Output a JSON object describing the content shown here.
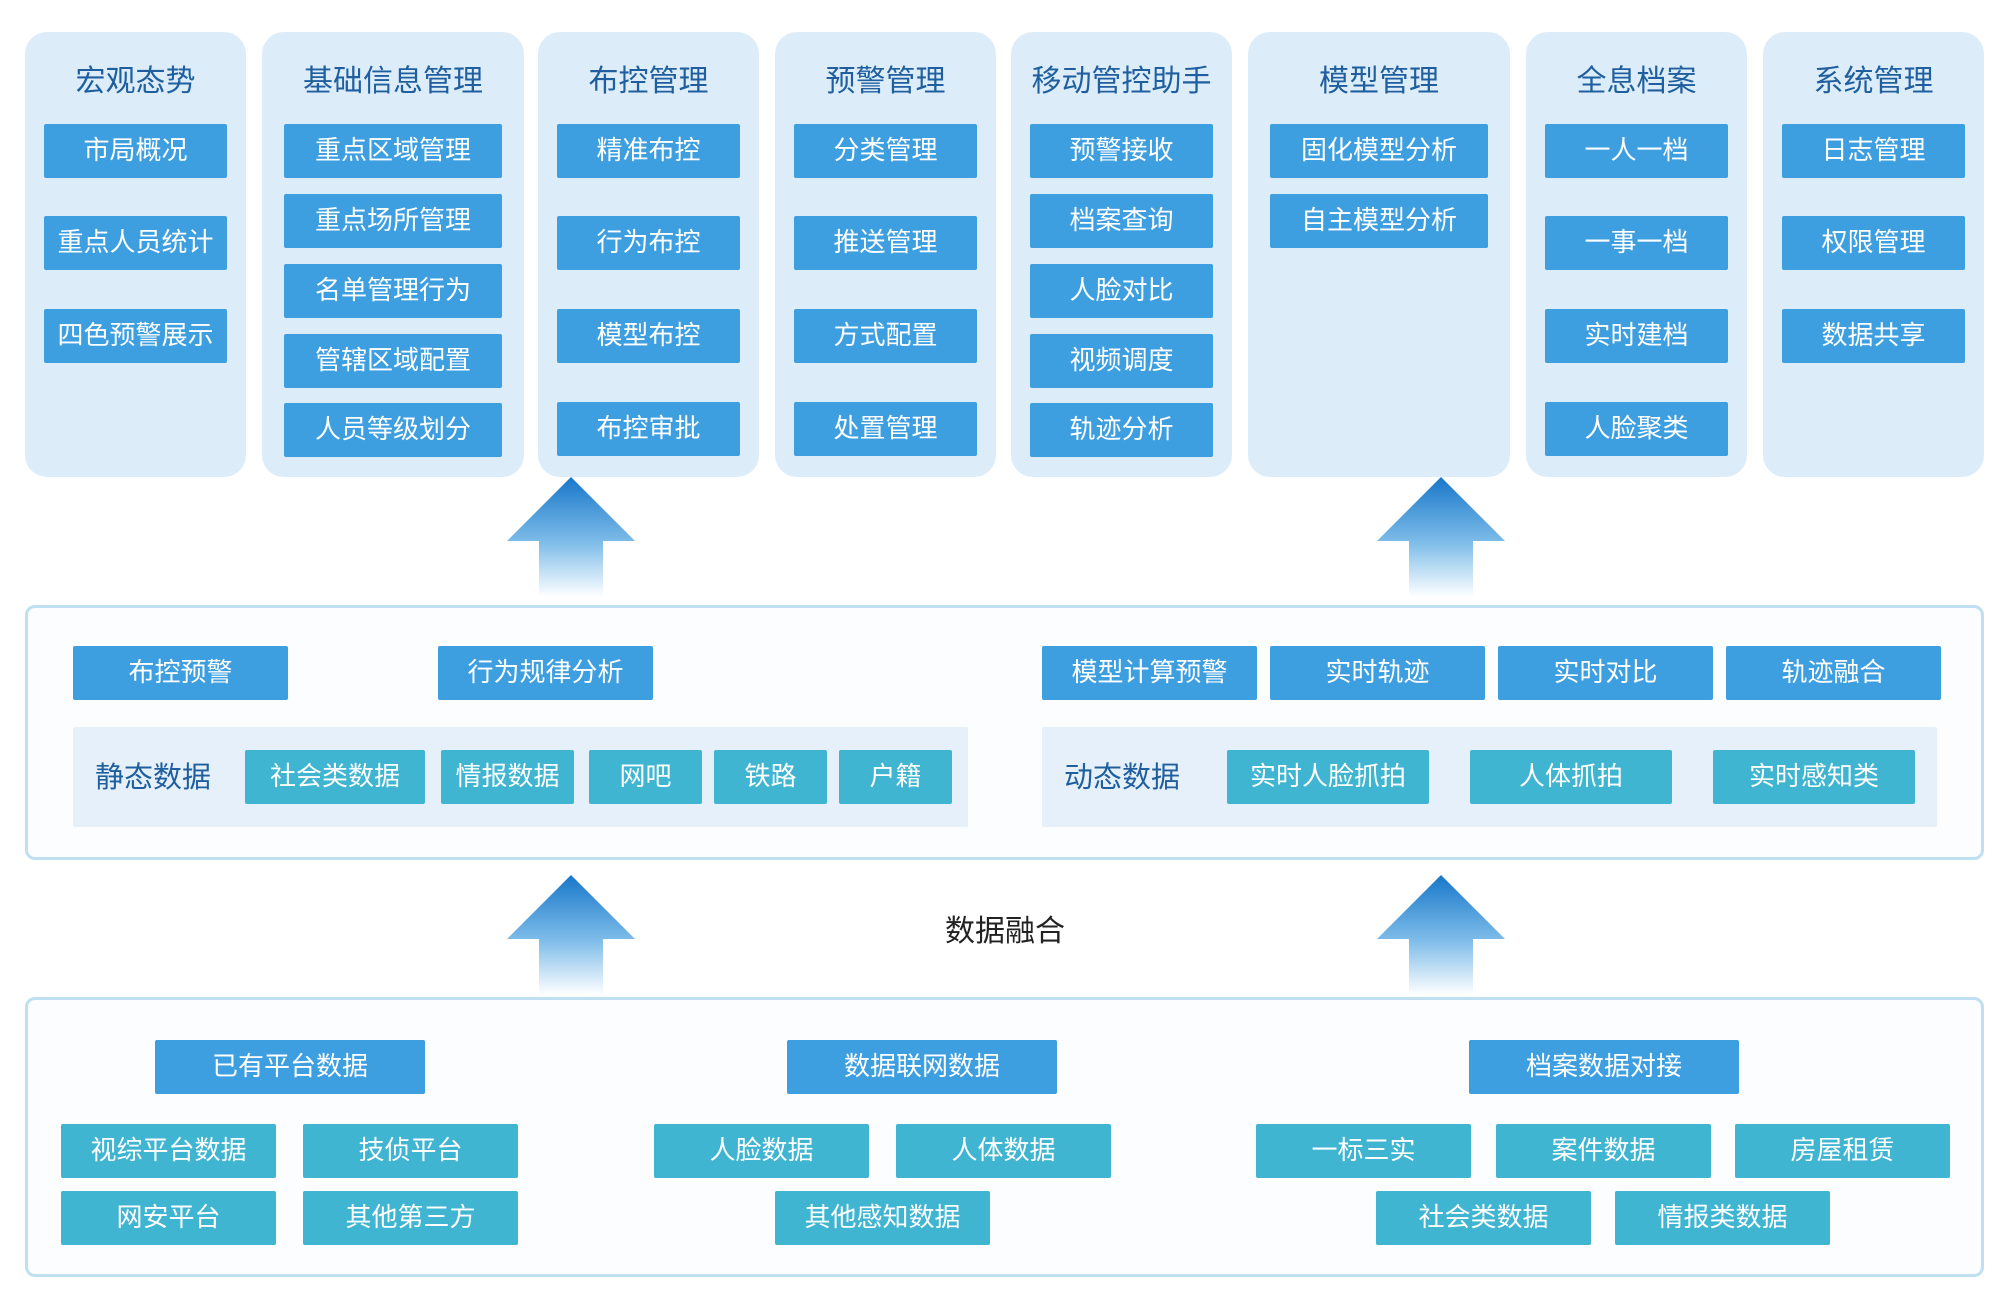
{
  "columns": [
    {
      "title": "宏观态势",
      "items": [
        "市局概况",
        "重点人员统计",
        "四色预警展示"
      ]
    },
    {
      "title": "基础信息管理",
      "items": [
        "重点区域管理",
        "重点场所管理",
        "名单管理行为",
        "管辖区域配置",
        "人员等级划分"
      ]
    },
    {
      "title": "布控管理",
      "items": [
        "精准布控",
        "行为布控",
        "模型布控",
        "布控审批"
      ]
    },
    {
      "title": "预警管理",
      "items": [
        "分类管理",
        "推送管理",
        "方式配置",
        "处置管理"
      ]
    },
    {
      "title": "移动管控助手",
      "items": [
        "预警接收",
        "档案查询",
        "人脸对比",
        "视频调度",
        "轨迹分析"
      ]
    },
    {
      "title": "模型管理",
      "items": [
        "固化模型分析",
        "自主模型分析"
      ]
    },
    {
      "title": "全息档案",
      "items": [
        "一人一档",
        "一事一档",
        "实时建档",
        "人脸聚类"
      ]
    },
    {
      "title": "系统管理",
      "items": [
        "日志管理",
        "权限管理",
        "数据共享"
      ]
    }
  ],
  "middle": {
    "top_left": [
      "布控预警",
      "行为规律分析"
    ],
    "top_right": [
      "模型计算预警",
      "实时轨迹",
      "实时对比",
      "轨迹融合"
    ],
    "static": {
      "label": "静态数据",
      "items": [
        "社会类数据",
        "情报数据",
        "网吧",
        "铁路",
        "户籍"
      ]
    },
    "dynamic": {
      "label": "动态数据",
      "items": [
        "实时人脸抓拍",
        "人体抓拍",
        "实时感知类"
      ]
    }
  },
  "fusion_label": "数据融合",
  "bottom": {
    "groups": [
      {
        "title": "已有平台数据",
        "items": [
          "视综平台数据",
          "技侦平台",
          "网安平台",
          "其他第三方"
        ]
      },
      {
        "title": "数据联网数据",
        "items": [
          "人脸数据",
          "人体数据",
          "其他感知数据"
        ]
      },
      {
        "title": "档案数据对接",
        "items": [
          "一标三实",
          "案件数据",
          "房屋租赁",
          "社会类数据",
          "情报类数据"
        ]
      }
    ]
  },
  "colors": {
    "column_bg": "#dcedf9",
    "primary_blue": "#3d9ee0",
    "teal": "#3fb5d1",
    "title_blue": "#1f5f9f",
    "panel_border": "#bfe0f0"
  }
}
